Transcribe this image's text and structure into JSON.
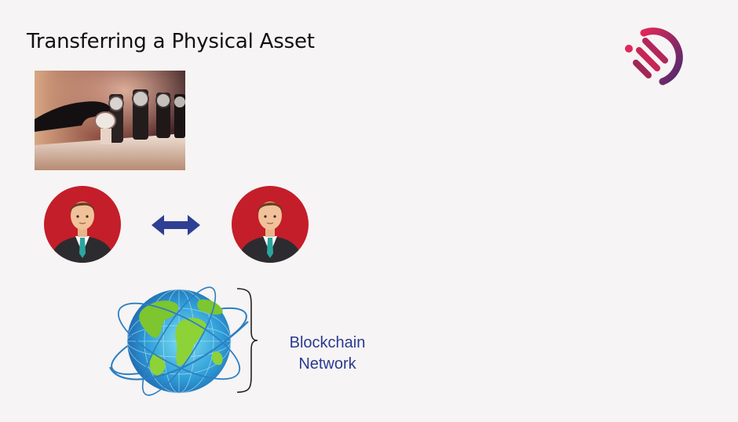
{
  "slide": {
    "title": "Transferring a Physical Asset",
    "network_label": [
      "Blockchain",
      "Network"
    ]
  },
  "icons": {
    "logo": "brand-logo-icon",
    "photo": "watch-display-photo",
    "left_person": "businessman-avatar-icon",
    "right_person": "businessman-avatar-icon",
    "transfer_arrow": "double-headed-arrow-icon",
    "globe": "globe-network-icon",
    "brace": "right-curly-brace"
  },
  "colors": {
    "background": "#f6f4f4",
    "avatar_bg": "#c41e2a",
    "arrow": "#2e3f94",
    "label": "#2a3a8f",
    "logo_start": "#e0275a",
    "logo_end": "#4a2a6e"
  }
}
